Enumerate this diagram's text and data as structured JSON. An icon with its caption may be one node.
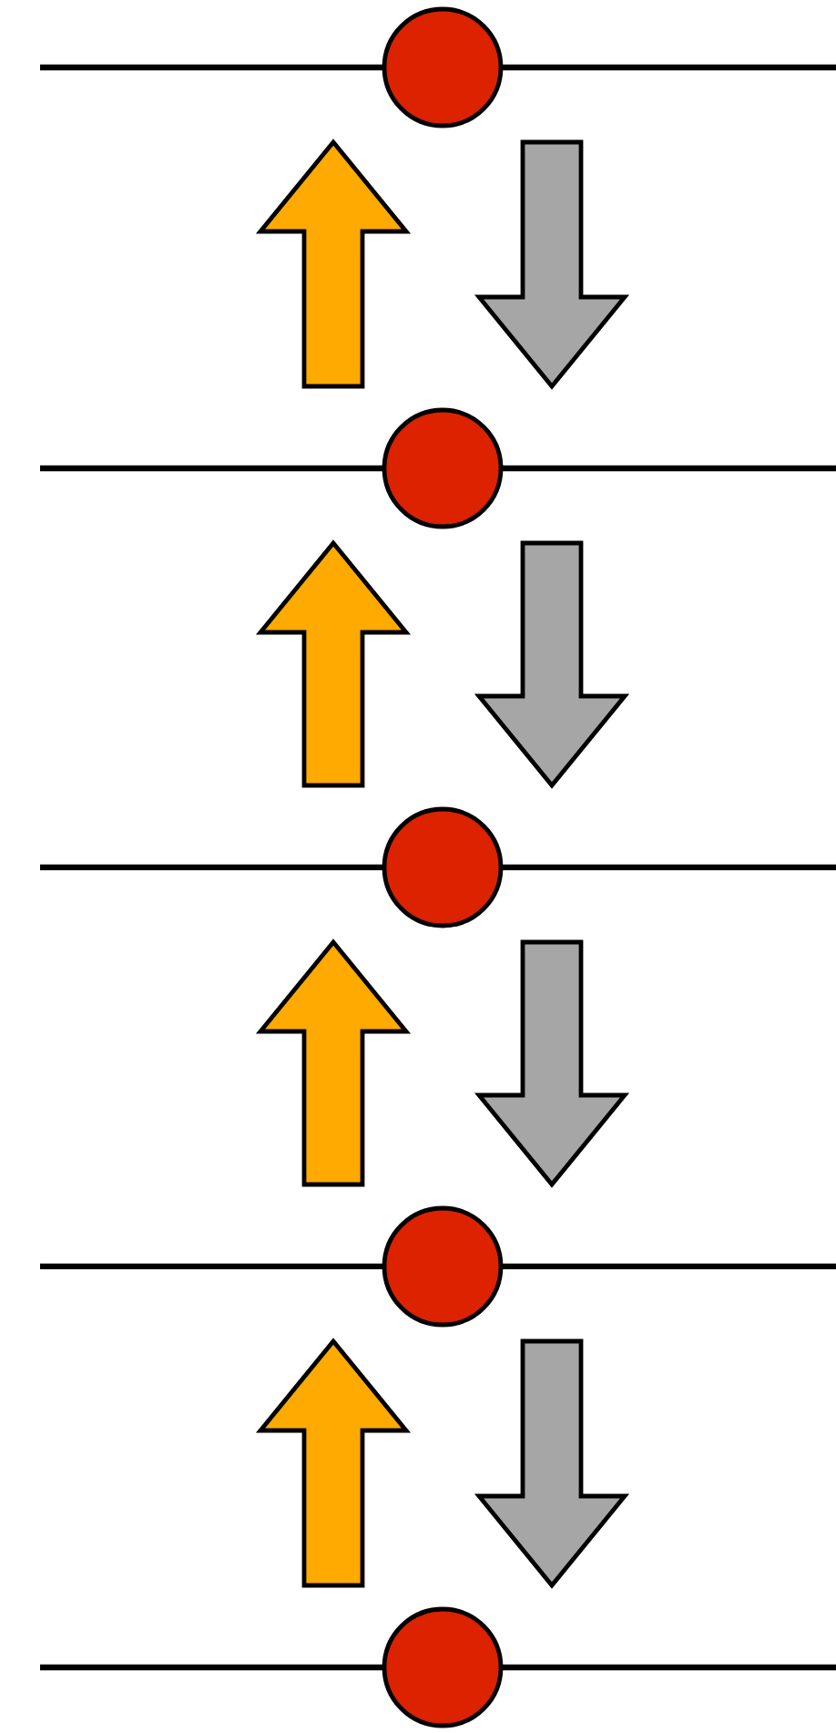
{
  "diagram": {
    "nodes": [
      {
        "text": [],
        "shape": "circle"
      },
      {
        "text": [],
        "shape": "circle"
      },
      {
        "text": [],
        "shape": "circle"
      },
      {
        "text": [],
        "shape": "circle"
      },
      {
        "text": [],
        "shape": "circle"
      }
    ],
    "edges": [
      {
        "from": 1,
        "to": 0,
        "arrow": "to",
        "color": "#ffaa00"
      },
      {
        "from": 0,
        "to": 1,
        "arrow": "to",
        "color": "#a6a6a6"
      },
      {
        "from": 2,
        "to": 1,
        "arrow": "to",
        "color": "#ffaa00"
      },
      {
        "from": 1,
        "to": 2,
        "arrow": "to",
        "color": "#a6a6a6"
      },
      {
        "from": 3,
        "to": 2,
        "arrow": "to",
        "color": "#ffaa00"
      },
      {
        "from": 2,
        "to": 3,
        "arrow": "to",
        "color": "#a6a6a6"
      },
      {
        "from": 4,
        "to": 3,
        "arrow": "to",
        "color": "#ffaa00"
      },
      {
        "from": 3,
        "to": 4,
        "arrow": "to",
        "color": "#a6a6a6"
      }
    ]
  }
}
